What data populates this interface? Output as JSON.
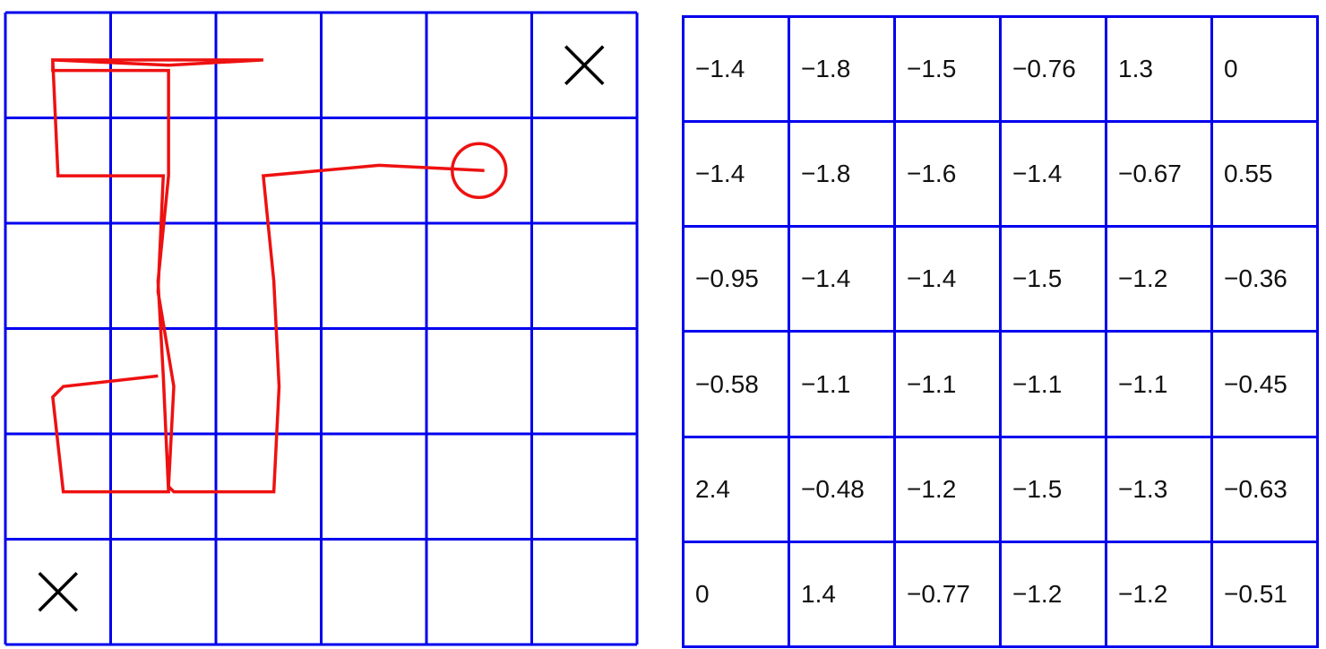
{
  "colors": {
    "grid_line": "#0000ee",
    "path": "#ee1111",
    "marker": "#000000",
    "text": "#111111"
  },
  "grid_world": {
    "rows": 6,
    "cols": 6,
    "markers": [
      {
        "type": "x-mark",
        "row": 0,
        "col": 5
      },
      {
        "type": "x-mark",
        "row": 5,
        "col": 0
      }
    ],
    "agent": {
      "row": 1,
      "col": 4
    },
    "trajectory": [
      [
        1.45,
        3.45
      ],
      [
        0.55,
        3.55
      ],
      [
        0.45,
        3.65
      ],
      [
        0.55,
        4.55
      ],
      [
        1.55,
        4.55
      ],
      [
        1.5,
        3.45
      ],
      [
        1.45,
        2.55
      ],
      [
        1.55,
        1.55
      ],
      [
        1.55,
        0.55
      ],
      [
        0.45,
        0.55
      ],
      [
        0.45,
        0.45
      ],
      [
        1.5,
        0.45
      ],
      [
        2.45,
        0.45
      ],
      [
        1.55,
        0.5
      ],
      [
        0.45,
        0.45
      ],
      [
        0.5,
        1.55
      ],
      [
        1.5,
        1.55
      ],
      [
        1.45,
        2.65
      ],
      [
        1.6,
        3.55
      ],
      [
        1.55,
        4.5
      ],
      [
        1.6,
        4.55
      ],
      [
        2.55,
        4.55
      ],
      [
        2.6,
        3.55
      ],
      [
        2.55,
        2.55
      ],
      [
        2.45,
        1.55
      ],
      [
        3.55,
        1.45
      ],
      [
        4.55,
        1.5
      ]
    ]
  },
  "value_table": [
    [
      "−1.4",
      "−1.8",
      "−1.5",
      "−0.76",
      "1.3",
      "0"
    ],
    [
      "−1.4",
      "−1.8",
      "−1.6",
      "−1.4",
      "−0.67",
      "0.55"
    ],
    [
      "−0.95",
      "−1.4",
      "−1.4",
      "−1.5",
      "−1.2",
      "−0.36"
    ],
    [
      "−0.58",
      "−1.1",
      "−1.1",
      "−1.1",
      "−1.1",
      "−0.45"
    ],
    [
      "2.4",
      "−0.48",
      "−1.2",
      "−1.5",
      "−1.3",
      "−0.63"
    ],
    [
      "0",
      "1.4",
      "−0.77",
      "−1.2",
      "−1.2",
      "−0.51"
    ]
  ]
}
